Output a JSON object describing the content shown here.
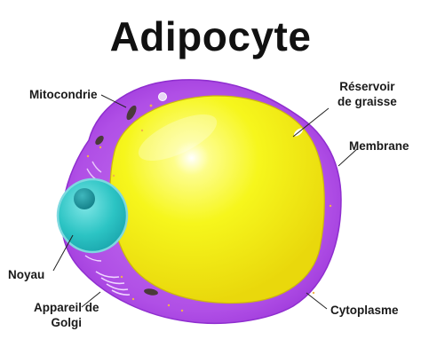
{
  "title": "Adipocyte",
  "labels": {
    "mitochondria": "Mitocondrie",
    "reservoir_line1": "Réservoir",
    "reservoir_line2": "de graisse",
    "membrane": "Membrane",
    "nucleus": "Noyau",
    "golgi_line1": "Appareil de",
    "golgi_line2": "Golgi",
    "cytoplasm": "Cytoplasme"
  },
  "colors": {
    "cytoplasm": "#b04fe6",
    "membrane_rim": "#9a34d8",
    "lipid_droplet": "#f5f51a",
    "lipid_droplet_edge": "#d8c60a",
    "nucleus": "#2cc4c4",
    "nucleolus": "#178f98",
    "organelle": "#4a3a3a",
    "leader_line": "#222222"
  }
}
